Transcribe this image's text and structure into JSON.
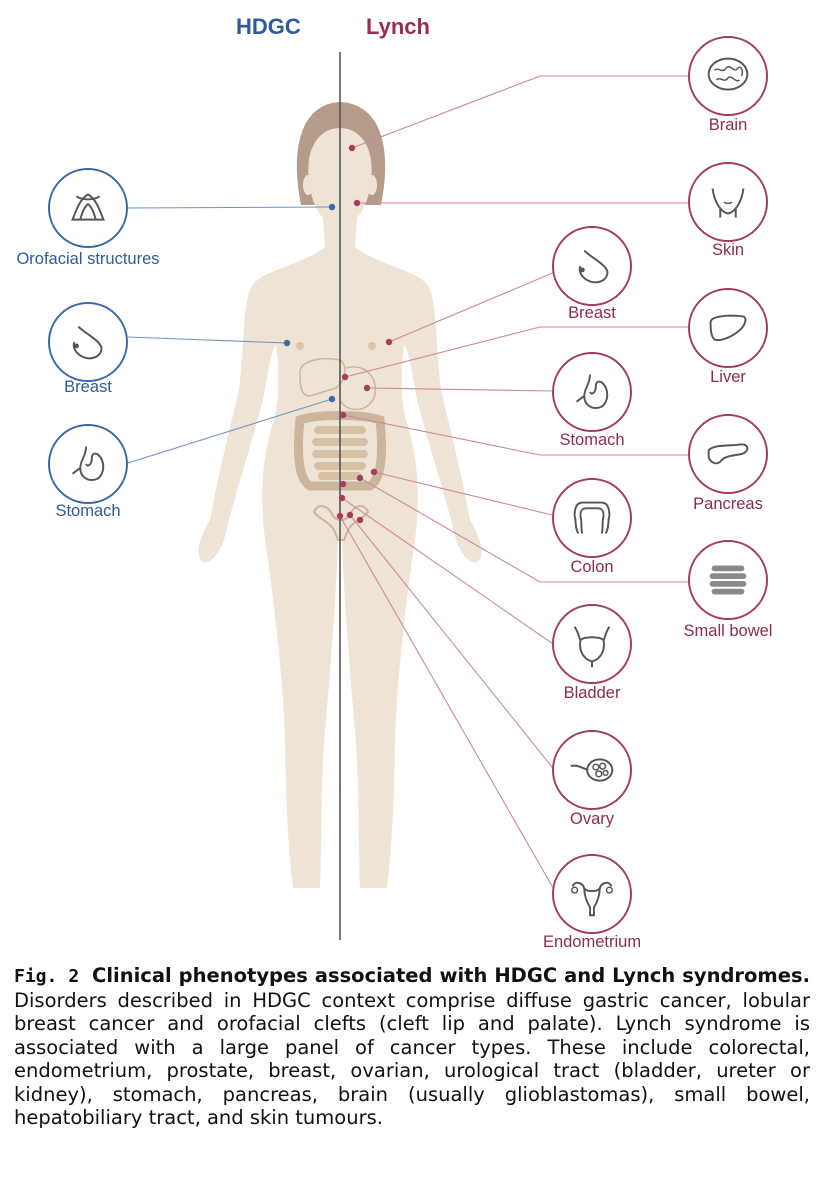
{
  "header": {
    "hdgc": "HDGC",
    "lynch": "Lynch"
  },
  "colors": {
    "hdgc": "#3d6aa4",
    "lynch": "#a33e5d",
    "body": "#efe3d6",
    "hair": "#b59b89",
    "organ": "#d9c7b2"
  },
  "hdgc_icons": [
    {
      "label": "Orofacial structures",
      "icon": "palate-icon"
    },
    {
      "label": "Breast",
      "icon": "breast-icon"
    },
    {
      "label": "Stomach",
      "icon": "stomach-icon"
    }
  ],
  "lynch_icons": [
    {
      "label": "Brain",
      "icon": "brain-icon"
    },
    {
      "label": "Skin",
      "icon": "skin-icon"
    },
    {
      "label": "Breast",
      "icon": "breast-icon"
    },
    {
      "label": "Liver",
      "icon": "liver-icon"
    },
    {
      "label": "Stomach",
      "icon": "stomach-icon"
    },
    {
      "label": "Pancreas",
      "icon": "pancreas-icon"
    },
    {
      "label": "Colon",
      "icon": "colon-icon"
    },
    {
      "label": "Small bowel",
      "icon": "small-bowel-icon"
    },
    {
      "label": "Bladder",
      "icon": "bladder-icon"
    },
    {
      "label": "Ovary",
      "icon": "ovary-icon"
    },
    {
      "label": "Endometrium",
      "icon": "endometrium-icon"
    }
  ],
  "caption": {
    "fig": "Fig. 2",
    "title": "Clinical phenotypes associated with HDGC and Lynch syndromes.",
    "text": "Disorders described in HDGC context comprise diffuse gastric cancer, lobular breast cancer and orofacial clefts (cleft lip and palate). Lynch syndrome is associated with a large panel of cancer types. These include colorectal, endometrium, prostate, breast, ovarian, urological tract (bladder, ureter or kidney), stomach, pancreas, brain (usually glioblastomas), small bowel, hepatobiliary tract, and skin tumours."
  }
}
